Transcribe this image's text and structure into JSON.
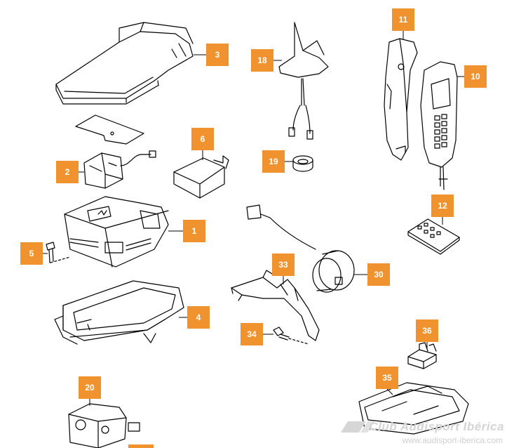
{
  "callouts": [
    {
      "id": "c3",
      "label": "3"
    },
    {
      "id": "c18",
      "label": "18"
    },
    {
      "id": "c11",
      "label": "11"
    },
    {
      "id": "c10",
      "label": "10"
    },
    {
      "id": "c6",
      "label": "6"
    },
    {
      "id": "c2",
      "label": "2"
    },
    {
      "id": "c19",
      "label": "19"
    },
    {
      "id": "c12",
      "label": "12"
    },
    {
      "id": "c1",
      "label": "1"
    },
    {
      "id": "c5",
      "label": "5"
    },
    {
      "id": "c33",
      "label": "33"
    },
    {
      "id": "c30",
      "label": "30"
    },
    {
      "id": "c4",
      "label": "4"
    },
    {
      "id": "c34",
      "label": "34"
    },
    {
      "id": "c36",
      "label": "36"
    },
    {
      "id": "c20",
      "label": "20"
    },
    {
      "id": "c35",
      "label": "35"
    }
  ],
  "watermark": {
    "line1": "Club Audisport Ibérica",
    "line2": "www.audisport-iberica.com"
  },
  "colors": {
    "callout": "#f0922e",
    "line": "#000000"
  }
}
